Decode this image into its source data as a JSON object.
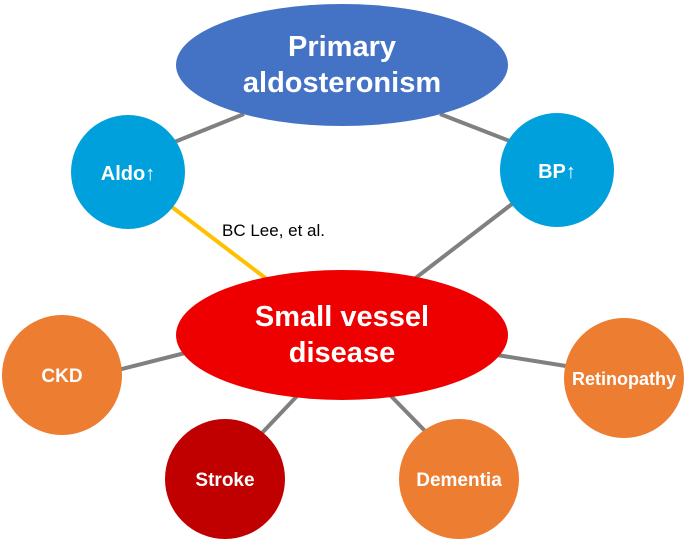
{
  "diagram": {
    "top": {
      "line1": "Primary",
      "line2": "aldosteronism"
    },
    "center": {
      "line1": "Small vessel",
      "line2": "disease"
    },
    "aldo": {
      "label": "Aldo↑"
    },
    "bp": {
      "label": "BP↑"
    },
    "ckd": {
      "label": "CKD"
    },
    "retinopathy": {
      "label": "Retinopathy"
    },
    "stroke": {
      "label": "Stroke"
    },
    "dementia": {
      "label": "Dementia"
    },
    "citation": "BC Lee, et al."
  },
  "colors": {
    "primary_blue": "#4472C4",
    "node_blue": "#00A0DC",
    "center_red": "#EE0000",
    "orange": "#ED7D31",
    "dark_red": "#C00000",
    "connector_gray": "#808080",
    "highlight_yellow": "#FFC000"
  }
}
